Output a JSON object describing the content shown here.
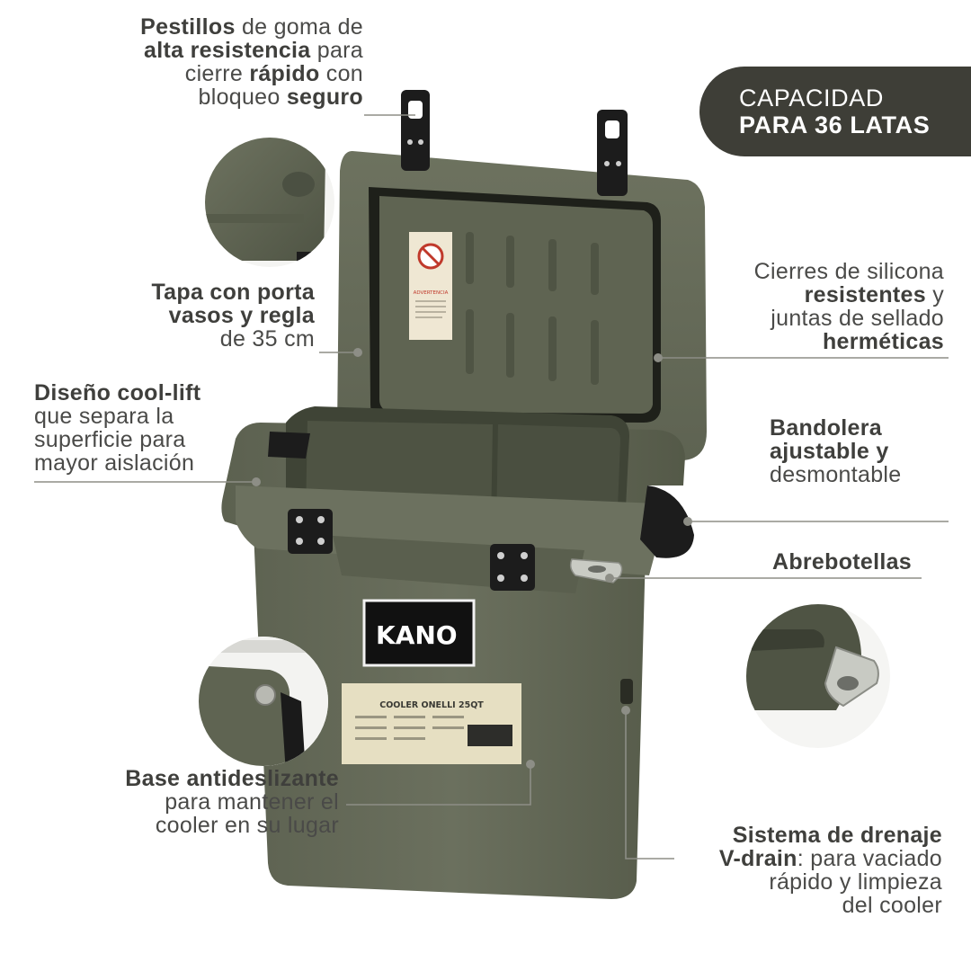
{
  "capacity": {
    "line1": "CAPACIDAD",
    "line2": "PARA 36 LATAS"
  },
  "callouts": {
    "latches": {
      "l1_bold": "Pestillos",
      "l1": " de goma de",
      "l2_bold": "alta resistencia",
      "l2": " para",
      "l3": "cierre ",
      "l3_bold": "rápido",
      "l3b": " con",
      "l4": "bloqueo ",
      "l4_bold": "seguro"
    },
    "lid": {
      "l1_bold": "Tapa con porta",
      "l2_bold": "vasos y regla",
      "l3": "de 35 cm"
    },
    "coollift": {
      "l1_bold": "Diseño cool-lift",
      "l2": "que separa la",
      "l3": "superficie para",
      "l4": "mayor aislación"
    },
    "seals": {
      "l1": "Cierres de silicona",
      "l2_bold": "resistentes",
      "l2": " y",
      "l3": "juntas de sellado",
      "l4_bold": "herméticas"
    },
    "strap": {
      "l1_bold": "Bandolera",
      "l2_bold": "ajustable y",
      "l3": "desmontable"
    },
    "opener": {
      "l1_bold": "Abrebotellas"
    },
    "base": {
      "l1_bold": "Base antideslizante",
      "l2": "para mantener el",
      "l3": "cooler en su lugar"
    },
    "drain": {
      "l1_bold": "Sistema de drenaje",
      "l2_bold": "V-drain",
      "l2": ": para vaciado",
      "l3": "rápido y limpieza",
      "l4": "del cooler"
    }
  },
  "product": {
    "brand": "KANO",
    "label_title": "COOLER ONELLI 25QT",
    "warning": "ADVERTENCIA"
  },
  "colors": {
    "cooler": "#656a59",
    "cooler_dark": "#4d5243",
    "pill": "#3e3e37",
    "leader": "#8d8e86"
  }
}
